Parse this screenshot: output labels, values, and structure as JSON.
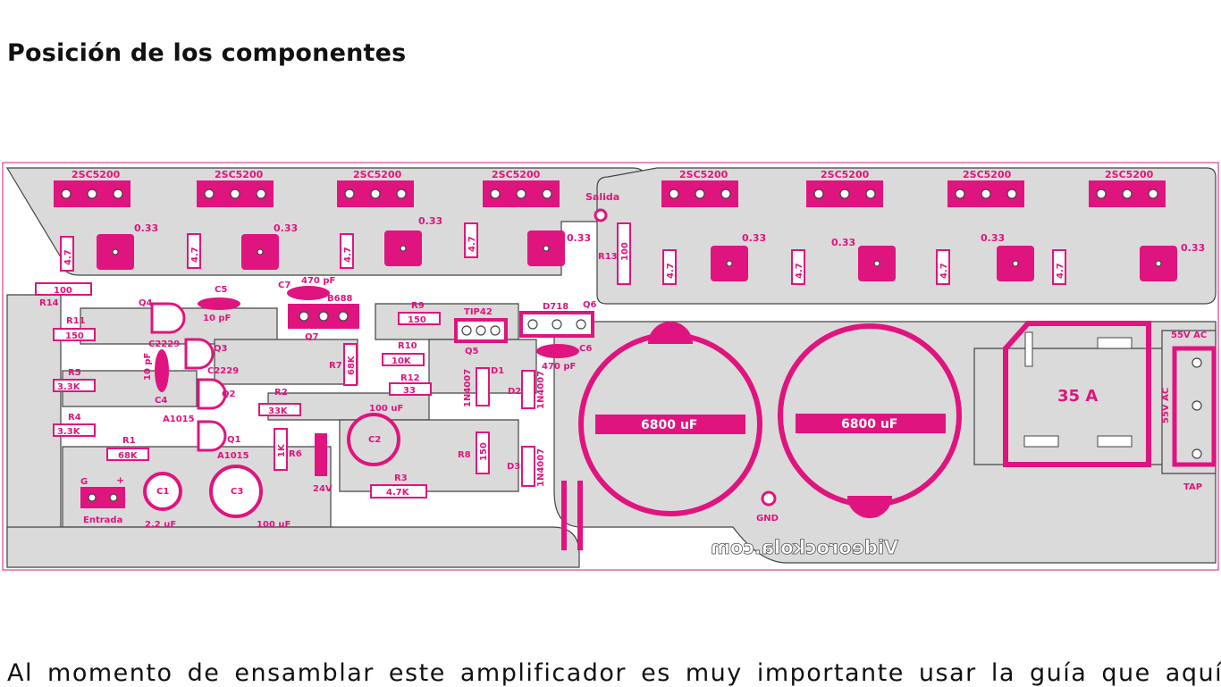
{
  "heading": "Posición de los componentes",
  "body_text": "Al momento de ensamblar este amplificador es muy importante usar la guía que aquí",
  "diagram": {
    "output_transistors": [
      "2SC5200",
      "2SC5200",
      "2SC5200",
      "2SC5200",
      "2SC5200",
      "2SC5200",
      "2SC5200",
      "2SC5200"
    ],
    "emitter_resistor": "0.33",
    "base_resistor": "4.7",
    "labels": {
      "salida": "Salida",
      "r13": "R13",
      "r13_value": "100",
      "r14": "R14",
      "r14_value": "100",
      "c5": "C5",
      "c5_value": "10 pF",
      "c7": "C7",
      "c7_value": "470 pF",
      "q4": "Q4",
      "q7": "Q7",
      "b688": "B688",
      "r11": "R11",
      "r11_value": "150",
      "c2229_a": "C2229",
      "q3": "Q3",
      "c2229_b": "C2229",
      "r5": "R5",
      "r5_value": "3.3K",
      "c4": "C4",
      "c4_value": "10 pF",
      "q2": "Q2",
      "r4": "R4",
      "r4_value": "3.3K",
      "a1015_a": "A1015",
      "q1": "Q1",
      "a1015_b": "A1015",
      "r1": "R1",
      "r1_value": "68K",
      "r7": "R7",
      "r7_value": "68K",
      "r2": "R2",
      "r2_value": "33K",
      "r6": "R6",
      "r6_value": "1K",
      "c2": "C2",
      "c2_value": "100 uF",
      "zener": "24V",
      "r3": "R3",
      "r3_value": "4.7K",
      "r9": "R9",
      "r9_value": "150",
      "r10": "R10",
      "r10_value": "10K",
      "r12": "R12",
      "r12_value": "33",
      "tip42": "TIP42",
      "q5": "Q5",
      "d718": "D718",
      "q6": "Q6",
      "c6": "C6",
      "c6_value": "470 pF",
      "d1": "D1",
      "d2": "D2",
      "d3": "D3",
      "diode": "1N4007",
      "r8": "R8",
      "r8_value": "150",
      "c1": "C1",
      "c1_value": "2.2 uF",
      "c3": "C3",
      "c3_value": "100 uF",
      "g": "G",
      "plus": "+",
      "entrada": "Entrada",
      "big_cap": "6800 uF",
      "gnd": "GND",
      "watermark": "Videorockola.com",
      "bridge": "35 A",
      "ac_top": "55V AC",
      "ac_side": "55V AC",
      "tap": "TAP"
    }
  },
  "colors": {
    "component": "#e0147e",
    "copper": "#dadada",
    "outline": "#444444"
  }
}
